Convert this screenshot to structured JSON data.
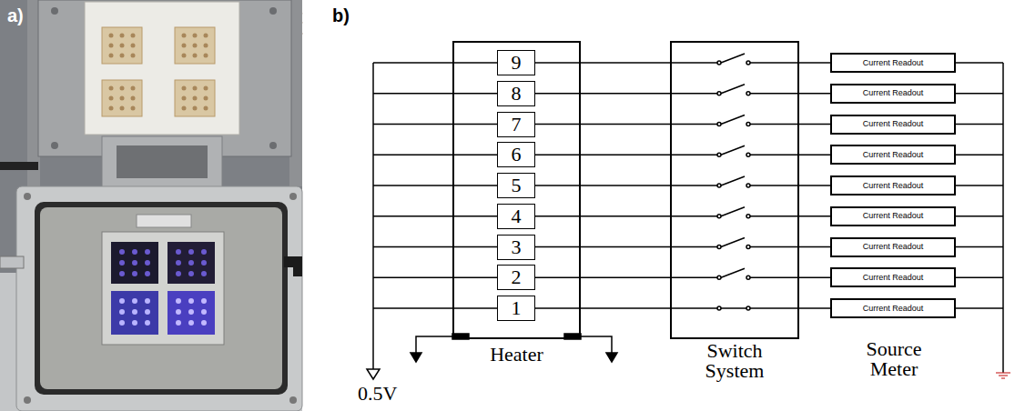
{
  "diagram": {
    "nodes": [
      {
        "text": [
          "Heater"
        ]
      },
      {
        "text": [
          "9"
        ],
        "in": 0
      },
      {
        "text": [
          "8"
        ],
        "in": 0
      },
      {
        "text": [
          "7"
        ],
        "in": 0
      },
      {
        "text": [
          "6"
        ],
        "in": 0
      },
      {
        "text": [
          "5"
        ],
        "in": 0
      },
      {
        "text": [
          "4"
        ],
        "in": 0
      },
      {
        "text": [
          "3"
        ],
        "in": 0
      },
      {
        "text": [
          "2"
        ],
        "in": 0
      },
      {
        "text": [
          "1"
        ],
        "in": 0
      },
      {
        "text": [
          "Switch System"
        ]
      },
      {
        "text": [
          "Current Readout"
        ]
      },
      {
        "text": [
          "Current Readout"
        ]
      },
      {
        "text": [
          "Current Readout"
        ]
      },
      {
        "text": [
          "Current Readout"
        ]
      },
      {
        "text": [
          "Current Readout"
        ]
      },
      {
        "text": [
          "Current Readout"
        ]
      },
      {
        "text": [
          "Current Readout"
        ]
      },
      {
        "text": [
          "Current Readout"
        ]
      },
      {
        "text": [
          "Current Readout"
        ]
      }
    ],
    "edges": [
      {
        "from": 1,
        "to": 10,
        "arrow": "none"
      },
      {
        "from": 2,
        "to": 10,
        "arrow": "none"
      },
      {
        "from": 3,
        "to": 10,
        "arrow": "none"
      },
      {
        "from": 4,
        "to": 10,
        "arrow": "none"
      },
      {
        "from": 5,
        "to": 10,
        "arrow": "none"
      },
      {
        "from": 6,
        "to": 10,
        "arrow": "none"
      },
      {
        "from": 7,
        "to": 10,
        "arrow": "none"
      },
      {
        "from": 8,
        "to": 10,
        "arrow": "none"
      },
      {
        "from": 9,
        "to": 10,
        "arrow": "none"
      },
      {
        "from": 10,
        "to": 11,
        "arrow": "none"
      },
      {
        "from": 10,
        "to": 12,
        "arrow": "none"
      },
      {
        "from": 10,
        "to": 13,
        "arrow": "none"
      },
      {
        "from": 10,
        "to": 14,
        "arrow": "none"
      },
      {
        "from": 10,
        "to": 15,
        "arrow": "none"
      },
      {
        "from": 10,
        "to": 16,
        "arrow": "none"
      },
      {
        "from": 10,
        "to": 17,
        "arrow": "none"
      },
      {
        "from": 10,
        "to": 18,
        "arrow": "none"
      },
      {
        "from": 10,
        "to": 19,
        "arrow": "none"
      }
    ],
    "labels": [
      "a)",
      "b)",
      "Source Meter",
      "0.5V"
    ]
  }
}
